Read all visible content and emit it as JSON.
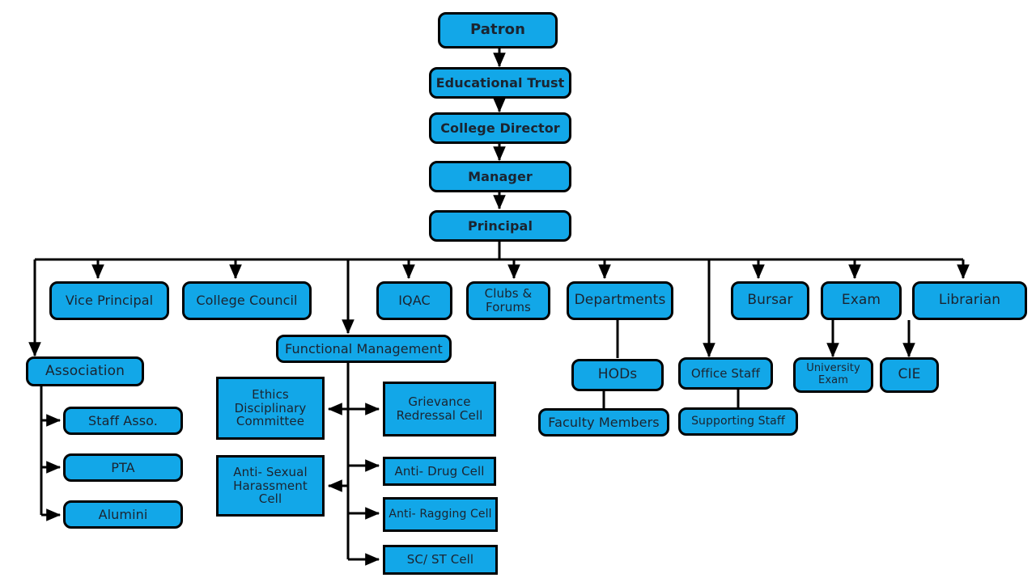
{
  "title": "College Organizational Structure Chart",
  "theme": {
    "node_fill": "#12a7e8",
    "node_border": "#000000",
    "text_color": "#1b2430",
    "background": "#ffffff",
    "edge_color": "#000000"
  },
  "nodes": {
    "patron": "Patron",
    "educational_trust": "Educational Trust",
    "college_director": "College Director",
    "manager": "Manager",
    "principal": "Principal",
    "vice_principal": "Vice Principal",
    "college_council": "College Council",
    "iqac": "IQAC",
    "clubs_forums": "Clubs & Forums",
    "departments": "Departments",
    "bursar": "Bursar",
    "exam": "Exam",
    "librarian": "Librarian",
    "association": "Association",
    "functional_management": "Functional Management",
    "staff_asso": "Staff Asso.",
    "pta": "PTA",
    "alumini": "Alumini",
    "ethics_disciplinary_committee": "Ethics Disciplinary Committee",
    "grievance_redressal_cell": "Grievance Redressal Cell",
    "anti_sexual_harassment_cell": "Anti- Sexual Harassment Cell",
    "anti_drug_cell": "Anti- Drug Cell",
    "anti_ragging_cell": "Anti- Ragging Cell",
    "sc_st_cell": "SC/ ST Cell",
    "hods": "HODs",
    "faculty_members": "Faculty Members",
    "office_staff": "Office  Staff",
    "supporting_staff": "Supporting  Staff",
    "university_exam": "University Exam",
    "cie": "CIE"
  },
  "chart_data": {
    "type": "diagram",
    "diagram_kind": "organizational-hierarchy-flowchart",
    "orientation": "top-down",
    "levels": [
      [
        "Patron"
      ],
      [
        "Educational Trust"
      ],
      [
        "College Director"
      ],
      [
        "Manager"
      ],
      [
        "Principal"
      ],
      [
        "Vice Principal",
        "College Council",
        "IQAC",
        "Clubs & Forums",
        "Departments",
        "Bursar",
        "Exam",
        "Librarian",
        "Association",
        "Functional Management"
      ],
      [
        "Staff Asso.",
        "PTA",
        "Alumini",
        "Ethics Disciplinary Committee",
        "Grievance Redressal Cell",
        "Anti- Sexual Harassment Cell",
        "Anti- Drug Cell",
        "Anti- Ragging Cell",
        "SC/ ST Cell",
        "HODs",
        "Office  Staff",
        "University Exam",
        "CIE"
      ],
      [
        "Faculty Members",
        "Supporting  Staff"
      ]
    ],
    "edges": [
      {
        "from": "Patron",
        "to": "Educational Trust",
        "style": "arrow"
      },
      {
        "from": "Educational Trust",
        "to": "College Director",
        "style": "arrow"
      },
      {
        "from": "College Director",
        "to": "Manager",
        "style": "arrow"
      },
      {
        "from": "Manager",
        "to": "Principal",
        "style": "arrow"
      },
      {
        "from": "Principal",
        "to": "Vice Principal",
        "style": "arrow"
      },
      {
        "from": "Principal",
        "to": "College Council",
        "style": "arrow"
      },
      {
        "from": "Principal",
        "to": "IQAC",
        "style": "arrow"
      },
      {
        "from": "Principal",
        "to": "Clubs & Forums",
        "style": "arrow"
      },
      {
        "from": "Principal",
        "to": "Departments",
        "style": "arrow"
      },
      {
        "from": "Principal",
        "to": "Bursar",
        "style": "arrow"
      },
      {
        "from": "Principal",
        "to": "Exam",
        "style": "arrow"
      },
      {
        "from": "Principal",
        "to": "Librarian",
        "style": "arrow"
      },
      {
        "from": "Principal",
        "to": "Association",
        "style": "arrow"
      },
      {
        "from": "Principal",
        "to": "Functional Management",
        "style": "arrow"
      },
      {
        "from": "Principal",
        "to": "Office  Staff",
        "style": "arrow"
      },
      {
        "from": "Association",
        "to": "Staff Asso.",
        "style": "arrow"
      },
      {
        "from": "Association",
        "to": "PTA",
        "style": "arrow"
      },
      {
        "from": "Association",
        "to": "Alumini",
        "style": "arrow"
      },
      {
        "from": "Functional Management",
        "to": "Ethics Disciplinary Committee",
        "style": "arrow"
      },
      {
        "from": "Functional Management",
        "to": "Grievance Redressal Cell",
        "style": "arrow"
      },
      {
        "from": "Functional Management",
        "to": "Anti- Sexual Harassment Cell",
        "style": "arrow"
      },
      {
        "from": "Functional Management",
        "to": "Anti- Drug Cell",
        "style": "arrow"
      },
      {
        "from": "Functional Management",
        "to": "Anti- Ragging Cell",
        "style": "arrow"
      },
      {
        "from": "Functional Management",
        "to": "SC/ ST Cell",
        "style": "arrow"
      },
      {
        "from": "Departments",
        "to": "HODs",
        "style": "line"
      },
      {
        "from": "HODs",
        "to": "Faculty Members",
        "style": "line"
      },
      {
        "from": "Office  Staff",
        "to": "Supporting  Staff",
        "style": "line"
      },
      {
        "from": "Exam",
        "to": "University Exam",
        "style": "arrow"
      },
      {
        "from": "Exam",
        "to": "CIE",
        "style": "arrow"
      }
    ]
  }
}
